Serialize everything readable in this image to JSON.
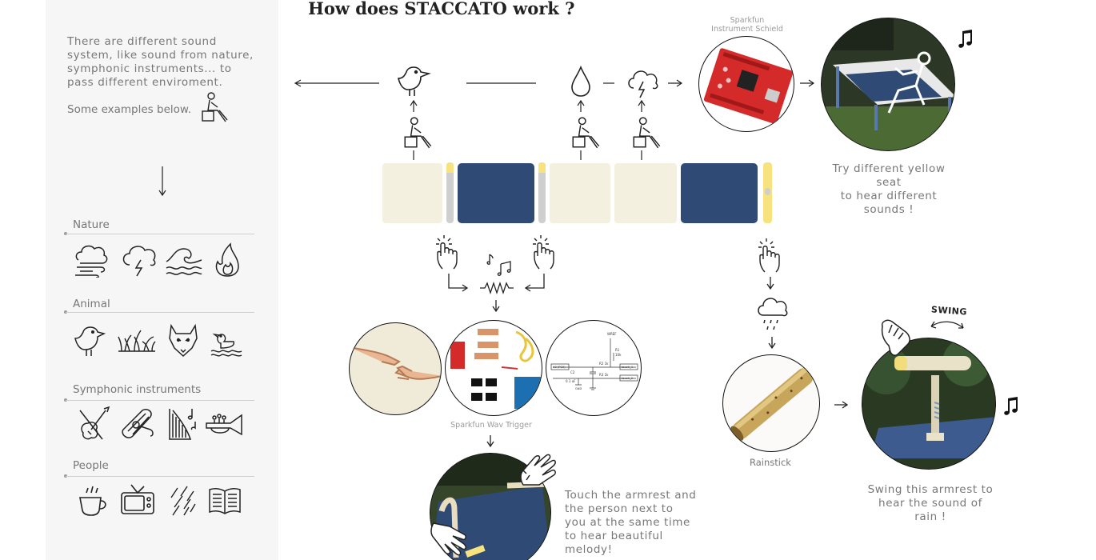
{
  "sidebar": {
    "intro": "There are different sound system, like sound from nature, symphonic instruments... to pass different enviroment.",
    "examples": "Some examples below.",
    "categories": [
      {
        "label": "Nature",
        "icons": [
          "wind-icon",
          "storm-cloud-icon",
          "wave-icon",
          "fire-icon"
        ]
      },
      {
        "label": "Animal",
        "icons": [
          "bird-icon",
          "grass-icon",
          "wolf-icon",
          "duck-icon"
        ]
      },
      {
        "label": "Symphonic instruments",
        "icons": [
          "violin-icon",
          "tuba-icon",
          "harp-icon",
          "trumpet-icon"
        ]
      },
      {
        "label": "People",
        "icons": [
          "coffee-cup-icon",
          "tv-icon",
          "rain-streaks-icon",
          "open-book-icon"
        ]
      }
    ]
  },
  "main": {
    "title": "How does STACCATO work ?",
    "shield_caption": "Sparkfun\nInstrument Schield",
    "wav_caption": "Sparkfun Wav Trigger",
    "rainstick_caption": "Rainstick",
    "yellow_seat_note": "Try different yellow seat\nto  hear different sounds !",
    "touch_note": "Touch the armrest and the person next to you at the same time to hear beautiful melody!",
    "swing_note": "Swing this armrest to hear the sound of rain !",
    "swing_label": "SWING",
    "schematic_labels": [
      "WREF",
      "R1",
      "10k",
      "R2 1k",
      "R3 1k",
      "C2",
      "0.1 uF",
      "touch_1",
      "touch_2",
      "A0 (PC0)",
      "GND"
    ]
  },
  "colors": {
    "cream": "#f3f0df",
    "navy": "#2f4a75",
    "yellow": "#f7e27e",
    "gray": "#cfcfcf"
  }
}
